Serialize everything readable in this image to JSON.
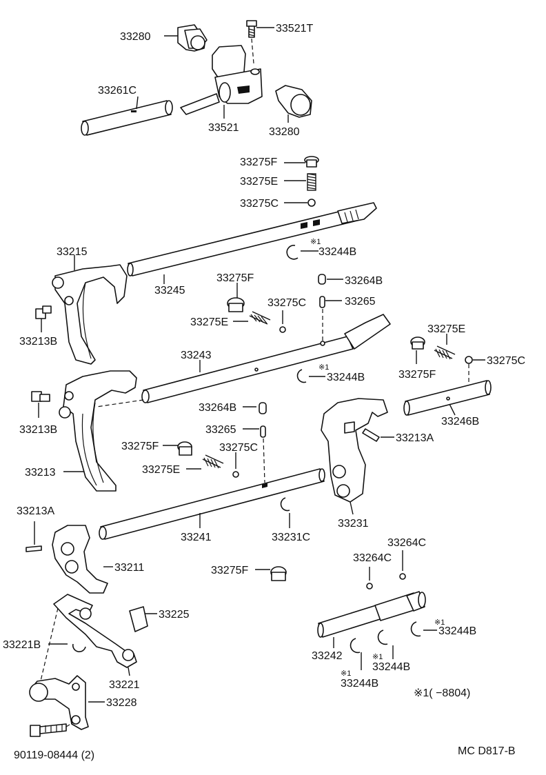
{
  "labels": {
    "p33280_top": "33280",
    "p33521T": "33521T",
    "p33261C": "33261C",
    "p33521": "33521",
    "p33280_bot": "33280",
    "p33275F_a": "33275F",
    "p33275E_a": "33275E",
    "p33275C_a": "33275C",
    "p33244B_a": "33244B",
    "p33215": "33215",
    "p33245": "33245",
    "p33275F_b": "33275F",
    "p33264B_a": "33264B",
    "p33275C_b": "33275C",
    "p33265_a": "33265",
    "p33275E_b": "33275E",
    "p33213B_a": "33213B",
    "p33243": "33243",
    "p33244B_b": "33244B",
    "p33275E_c": "33275E",
    "p33275C_c": "33275C",
    "p33275F_c": "33275F",
    "p33246B": "33246B",
    "p33264B_b": "33264B",
    "p33213B_b": "33213B",
    "p33265_b": "33265",
    "p33213A_a": "33213A",
    "p33275F_d": "33275F",
    "p33275C_d": "33275C",
    "p33275E_d": "33275E",
    "p33213": "33213",
    "p33213A_b": "33213A",
    "p33241": "33241",
    "p33231C": "33231C",
    "p33231": "33231",
    "p33264C_a": "33264C",
    "p33264C_b": "33264C",
    "p33211": "33211",
    "p33275F_e": "33275F",
    "p33225": "33225",
    "p33244B_c": "33244B",
    "p33221B": "33221B",
    "p33242": "33242",
    "p33244B_d": "33244B",
    "p33221": "33221",
    "p33244B_e": "33244B",
    "p33228": "33228",
    "p90119": "90119-08444  (2)",
    "note": "※1(        −8804)",
    "code": "MC D817-B"
  },
  "marks": {
    "m1": "※1",
    "m2": "※1",
    "m3": "※1",
    "m4": "※1",
    "m5": "※1"
  }
}
